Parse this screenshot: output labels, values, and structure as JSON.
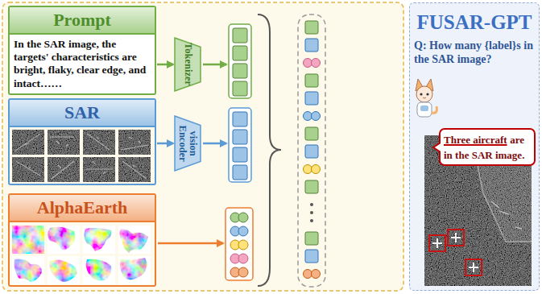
{
  "diagram": {
    "nodes": [
      {
        "text": [
          "Prompt",
          "In the SAR image, the targets' characteristics are bright, flaky, clear edge, and intact……"
        ]
      },
      {
        "text": [
          "Tokenizer"
        ]
      },
      {
        "text": [
          "SAR"
        ]
      },
      {
        "text": [
          "vision Encoder"
        ]
      },
      {
        "text": [
          "AlphaEarth"
        ]
      },
      {
        "text": [
          "FUSAR-GPT",
          "Q: How many {label}s in the SAR image?"
        ]
      },
      {
        "text": [
          "Three aircraft",
          "are in the SAR image."
        ],
        "in": 5
      }
    ],
    "edges": [
      {
        "from": 0,
        "to": 1,
        "arrow": "to"
      },
      {
        "from": 2,
        "to": 3,
        "arrow": "to"
      }
    ]
  }
}
